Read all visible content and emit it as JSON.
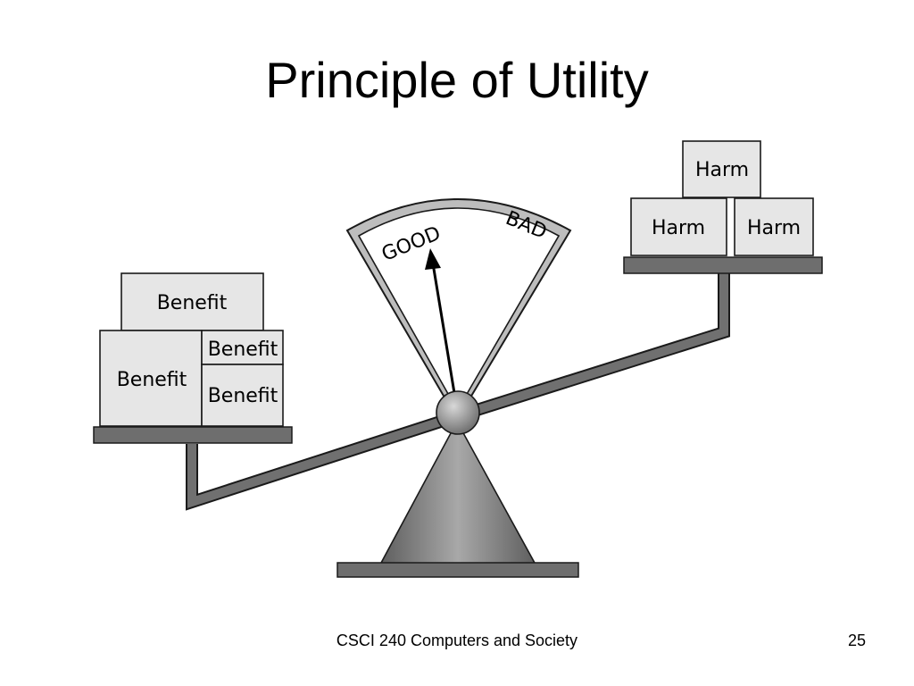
{
  "title": "Principle of Utility",
  "footer": {
    "course": "CSCI 240 Computers and Society",
    "page_number": "25"
  },
  "diagram": {
    "dial": {
      "good_label": "GOOD",
      "bad_label": "BAD"
    },
    "left_pan": {
      "blocks": [
        "Benefit",
        "Benefit",
        "Benefit",
        "Benefit"
      ]
    },
    "right_pan": {
      "blocks": [
        "Harm",
        "Harm",
        "Harm"
      ]
    },
    "colors": {
      "block_fill": "#e6e6e6",
      "beam": "#707070",
      "outline": "#1a1a1a"
    }
  }
}
